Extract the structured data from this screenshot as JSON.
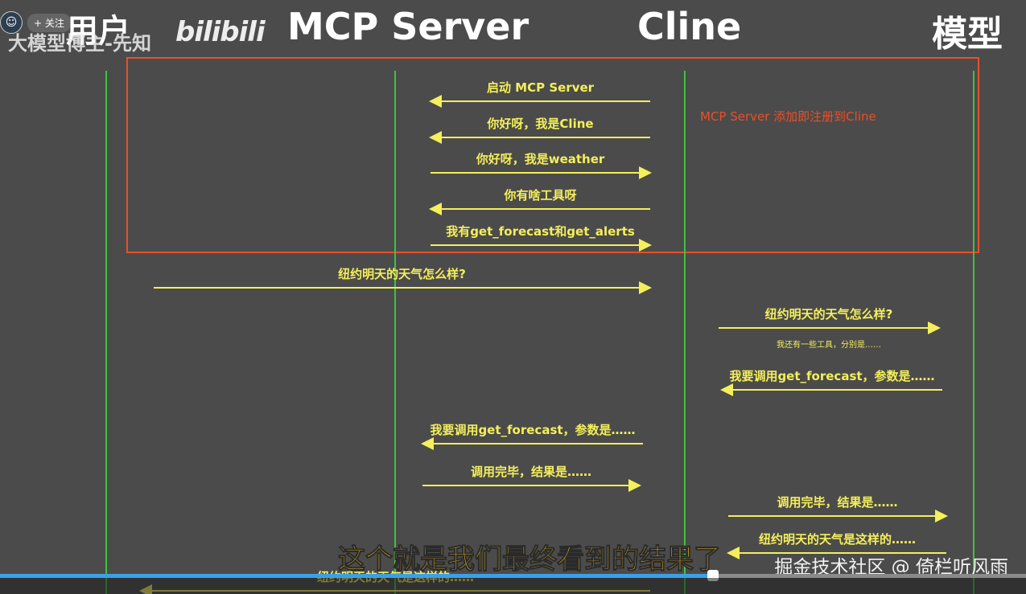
{
  "lifelines": [
    {
      "id": "user",
      "label": "用户"
    },
    {
      "id": "mcp",
      "label": "MCP Server"
    },
    {
      "id": "cline",
      "label": "Cline"
    },
    {
      "id": "model",
      "label": "模型"
    }
  ],
  "group_note": "MCP Server 添加即注册到Cline",
  "messages": [
    {
      "label": "启动 MCP Server",
      "from": "cline",
      "to": "mcp"
    },
    {
      "label": "你好呀，我是Cline",
      "from": "cline",
      "to": "mcp"
    },
    {
      "label": "你好呀，我是weather",
      "from": "mcp",
      "to": "cline"
    },
    {
      "label": "你有啥工具呀",
      "from": "cline",
      "to": "mcp"
    },
    {
      "label": "我有get_forecast和get_alerts",
      "from": "mcp",
      "to": "cline"
    },
    {
      "label": "纽约明天的天气怎么样?",
      "from": "user",
      "to": "cline"
    },
    {
      "label": "纽约明天的天气怎么样?",
      "sublabel": "我还有一些工具，分别是……",
      "from": "cline",
      "to": "model"
    },
    {
      "label": "我要调用get_forecast，参数是……",
      "from": "model",
      "to": "cline"
    },
    {
      "label": "我要调用get_forecast，参数是……",
      "from": "cline",
      "to": "mcp"
    },
    {
      "label": "调用完毕，结果是……",
      "from": "mcp",
      "to": "cline"
    },
    {
      "label": "调用完毕，结果是……",
      "from": "cline",
      "to": "model"
    },
    {
      "label": "纽约明天的天气是这样的……",
      "from": "model",
      "to": "cline"
    },
    {
      "label": "纽约明天的天气是这样的……",
      "from": "cline",
      "to": "user"
    }
  ],
  "video": {
    "channel": "大模型博主-先知",
    "follow": "+ 关注",
    "platform_logo": "bilibili",
    "subtitle": "这个就是我们最终看到的结果了",
    "watermark": "掘金技术社区 @ 倚栏听风雨",
    "progress": 0.695
  },
  "colors": {
    "lifeline": "#3fc23f",
    "arrow": "#f4ef5a",
    "group_box": "#e8502b",
    "progress": "#3aa0e8"
  }
}
